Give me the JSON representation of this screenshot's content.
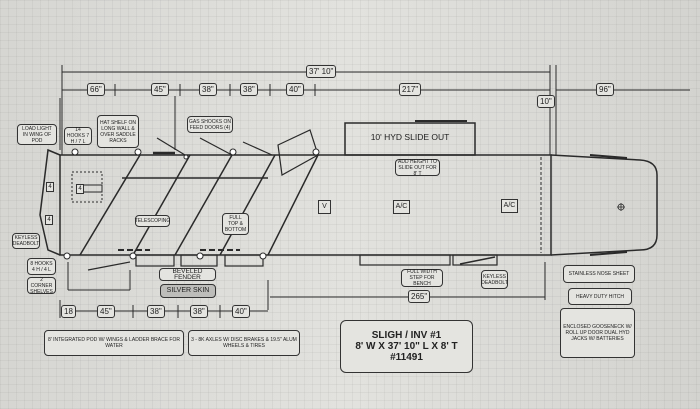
{
  "top_dims": {
    "overall": "37' 10\"",
    "d1": "66\"",
    "d2": "45\"",
    "d3": "38\"",
    "d4": "38\"",
    "d5": "40\"",
    "d6": "217\"",
    "d7": "10\"",
    "d8": "96\""
  },
  "bottom_dims": {
    "d1": "18",
    "d2": "45\"",
    "d3": "38\"",
    "d4": "38\"",
    "d5": "40\"",
    "d6": "265\""
  },
  "labels": {
    "load_light": "LOAD LIGHT IN WING OF POD",
    "hooks14": "14 HOOKS 7 H / 7 L",
    "hat_shelf": "HAT SHELF ON LONG WALL & OVER SADDLE RACKS",
    "gas_shocks": "GAS SHOCKS ON FEED DOORS (4)",
    "slide_out": "10' HYD SLIDE OUT",
    "add_height": "ADD HEIGHT TO SLIDE OUT FOR 8' T",
    "telescoping": "TELESCOPING",
    "full_top": "FULL TOP & BOTTOM",
    "keyless_left": "KEYLESS DEADBOLT",
    "hooks8": "8 HOOKS 4 H / 4 L",
    "corner_shelves": "2 CORNER SHELVES",
    "beveled_fender": "BEVELED FENDER",
    "silver_skin": "SILVER SKIN",
    "full_width_step": "FULL WIDTH STEP FOR BENCH",
    "keyless_right": "KEYLESS DEADBOLT",
    "stainless": "STAINLESS NOSE SHEET",
    "hitch": "HEAVY DUTY HITCH",
    "gooseneck": "ENCLOSED GOOSENECK W/ ROLL UP DOOR DUAL HYD JACKS W/ BATTERIES",
    "pod": "8' INTEGRATED POD W/ WINGS & LADDER BRACE FOR WATER",
    "axles": "3 - 8K AXLES W/ DISC BRAKES & 19.5\" ALUM WHEELS & TIRES",
    "vent": "V",
    "ac1": "A/C",
    "ac2": "A/C",
    "small4a": "4",
    "small4b": "4",
    "small4c": "4"
  },
  "title_block": {
    "line1": "SLIGH / INV #1",
    "line2": "8' W X 37' 10\" L X 8' T",
    "line3": "#11491"
  }
}
